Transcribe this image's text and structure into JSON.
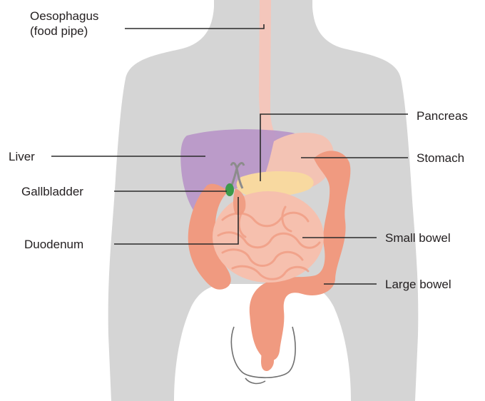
{
  "labels": {
    "oesophagus_line1": "Oesophagus",
    "oesophagus_line2": "(food pipe)",
    "pancreas": "Pancreas",
    "liver": "Liver",
    "stomach": "Stomach",
    "gallbladder": "Gallbladder",
    "duodenum": "Duodenum",
    "small_bowel": "Small bowel",
    "large_bowel": "Large bowel"
  },
  "colors": {
    "body": "#d5d5d5",
    "oesophagus": "#f4c6bb",
    "liver": "#b896c8",
    "stomach": "#f3c3b4",
    "pancreas": "#f8d9a0",
    "gallbladder": "#3c9a4a",
    "bile_duct": "#8c8c8c",
    "small_bowel": "#f6c0ae",
    "large_bowel": "#f09a80"
  }
}
